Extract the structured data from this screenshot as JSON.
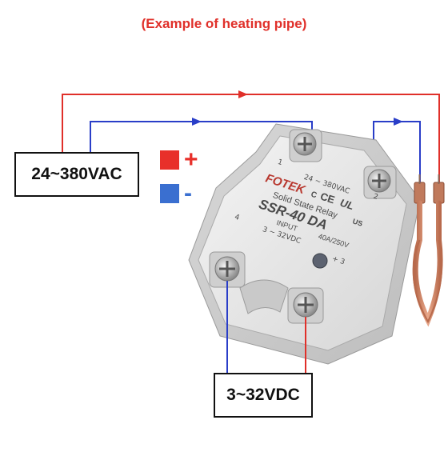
{
  "title": "(Example of heating pipe)",
  "ac_label": "24~380VAC",
  "dc_label": "3~32VDC",
  "legend": {
    "plus": "+",
    "minus": "-",
    "plus_color": "#e8302a",
    "minus_color": "#3a6fd0"
  },
  "relay": {
    "brand": "FOTEK",
    "description": "Solid State Relay",
    "model": "SSR-40 DA",
    "load_range": "24  ~  380VAC",
    "rating": "40A/250V",
    "input_label": "INPUT",
    "input_range": "3  ~  32VDC",
    "terminal_1": "1",
    "terminal_2": "2",
    "terminal_3": "+ 3",
    "terminal_4": "4",
    "cert_ce": "CE",
    "cert_ul": "UL",
    "cert_us": "US",
    "cert_c": "C"
  },
  "colors": {
    "red_wire": "#e0302a",
    "blue_wire": "#2a3ec8",
    "heater": "#c8785a"
  }
}
